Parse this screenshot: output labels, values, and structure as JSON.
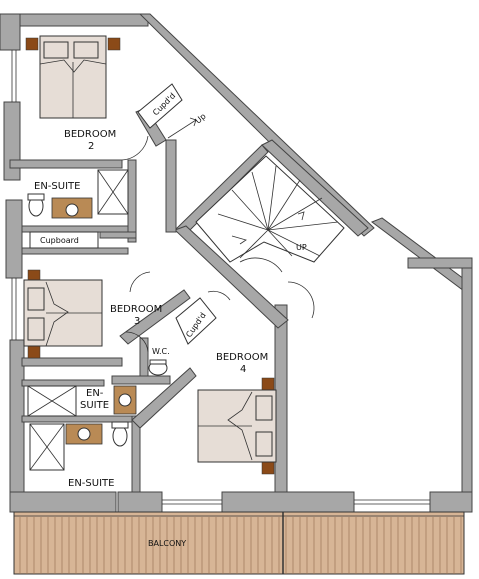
{
  "plan": {
    "rooms": {
      "bedroom2": {
        "name": "BEDROOM",
        "number": "2"
      },
      "bedroom3": {
        "name": "BEDROOM",
        "number": "3"
      },
      "bedroom4": {
        "name": "BEDROOM",
        "number": "4"
      },
      "ensuite_a": "EN-SUITE",
      "ensuite_b_line1": "EN-",
      "ensuite_b_line2": "SUITE",
      "ensuite_c": "EN-SUITE",
      "wc": "W.C.",
      "cupboard": "Cupboard",
      "cupd_top": "Cupd'd",
      "cupd_mid": "Cupd'd",
      "balcony": "BALCONY"
    },
    "stairs": {
      "up_top": "Up",
      "up_main": "UP"
    },
    "colors": {
      "wall": "#a7a7a7",
      "bed": "#e6ddd6",
      "wood": "#8b4a18",
      "balcony": "#d7b596"
    }
  }
}
